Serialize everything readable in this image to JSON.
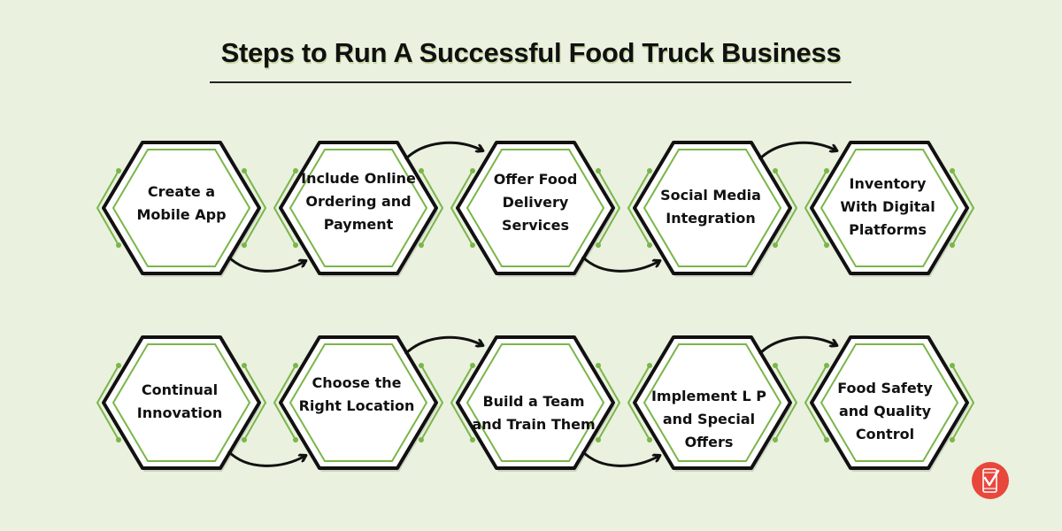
{
  "title": "Steps to Run A Successful Food Truck Business",
  "colors": {
    "background": "#eaf1df",
    "hex_border": "#111111",
    "hex_inner": "#7ab648",
    "accent_logo": "#e8473b"
  },
  "rows": [
    {
      "steps": [
        {
          "label": "Create a Mobile App"
        },
        {
          "label": "Include Online Ordering and Payment"
        },
        {
          "label": "Offer Food Delivery Services"
        },
        {
          "label": "Social Media Integration"
        },
        {
          "label": "Inventory With Digital Platforms"
        }
      ]
    },
    {
      "steps": [
        {
          "label": "Continual Innovation"
        },
        {
          "label": "Choose the Right Location"
        },
        {
          "label": "Build a Team and Train Them"
        },
        {
          "label": "Implement L P and Special Offers"
        },
        {
          "label": "Food Safety and Quality Control"
        }
      ]
    }
  ],
  "logo": {
    "icon": "mobile-check-icon"
  }
}
